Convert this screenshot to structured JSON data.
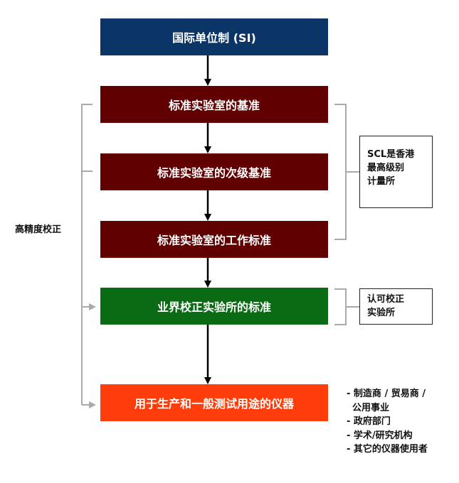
{
  "boxes": {
    "si": "国际单位制 (SI)",
    "primary": "标准实验室的基准",
    "secondary": "标准实验室的次级基准",
    "working": "标准实验室的工作标准",
    "industry": "业界校正实验所的标准",
    "instruments": "用于生产和一般测试用途的仪器"
  },
  "side_label": "高精度校正",
  "scl_note": [
    "SCL是香港",
    "最高级别",
    "计量所"
  ],
  "accredited_note": [
    "认可校正",
    "实验所"
  ],
  "users": [
    "- 制造商 / 贸易商 /",
    "公用事业",
    "- 政府部门",
    "- 学术/研究机构",
    "- 其它的仪器使用者"
  ],
  "colors": {
    "si": "#0b3566",
    "standards": "#600000",
    "industry": "#0a6b14",
    "instruments": "#ff3d0a",
    "bracket": "#aaaaaa",
    "arrow": "#000000"
  }
}
